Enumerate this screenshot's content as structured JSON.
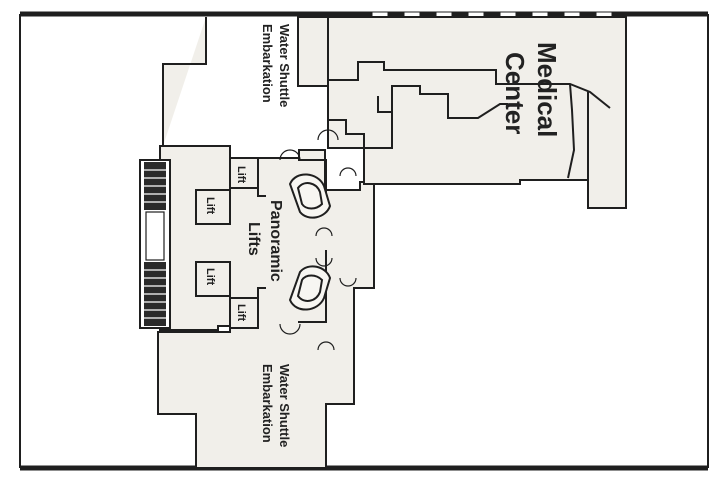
{
  "colors": {
    "floor": "#f1efea",
    "wall": "#1f1f1f",
    "background": "#ffffff"
  },
  "labels": {
    "water_shuttle_top": [
      "Water Shuttle",
      "Embarkation"
    ],
    "water_shuttle_bottom": [
      "Water Shuttle",
      "Embarkation"
    ],
    "panoramic_lifts": [
      "Panoramic",
      "Lifts"
    ],
    "medical_center": [
      "Medical",
      "Center"
    ],
    "lift": "Lift"
  },
  "icons": {
    "stairs": "stairs-icon",
    "door": "door-icon",
    "lift_car": "lift-car-icon"
  }
}
